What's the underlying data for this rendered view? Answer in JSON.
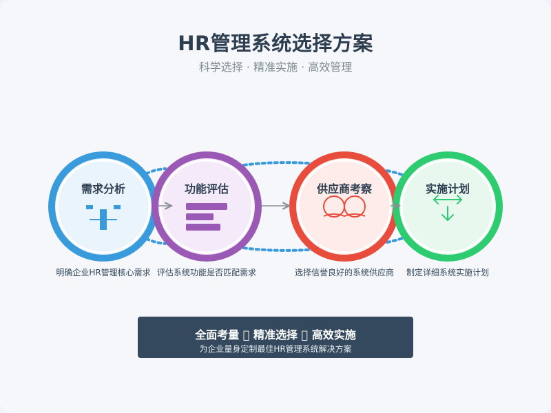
{
  "header": {
    "title": "HR管理系统选择方案",
    "subtitle": "科学选择 · 精准实施 · 高效管理"
  },
  "steps": [
    {
      "title": "需求分析",
      "description": "明确企业HR管理核心需求",
      "color": "#3a9bdc",
      "icon": "requirement-analysis-icon"
    },
    {
      "title": "功能评估",
      "description": "评估系统功能是否匹配需求",
      "color": "#9b59b6",
      "icon": "feature-list-icon"
    },
    {
      "title": "供应商考察",
      "description": "选择信誉良好的系统供应商",
      "color": "#e74c3c",
      "icon": "inspection-glasses-icon"
    },
    {
      "title": "实施计划",
      "description": "制定详细系统实施计划",
      "color": "#2ecc71",
      "icon": "implementation-arrows-icon"
    }
  ],
  "banner": {
    "title": "全面考量 \u0000 精准选择 \u0000 高效实施",
    "subtitle": "为企业量身定制最佳HR管理系统解决方案"
  },
  "colors": {
    "background": "#f5f7fb",
    "title": "#2c3e50",
    "subtitle": "#7f8c8d",
    "banner_bg": "#34495e",
    "connector": "#3a9bdc"
  }
}
